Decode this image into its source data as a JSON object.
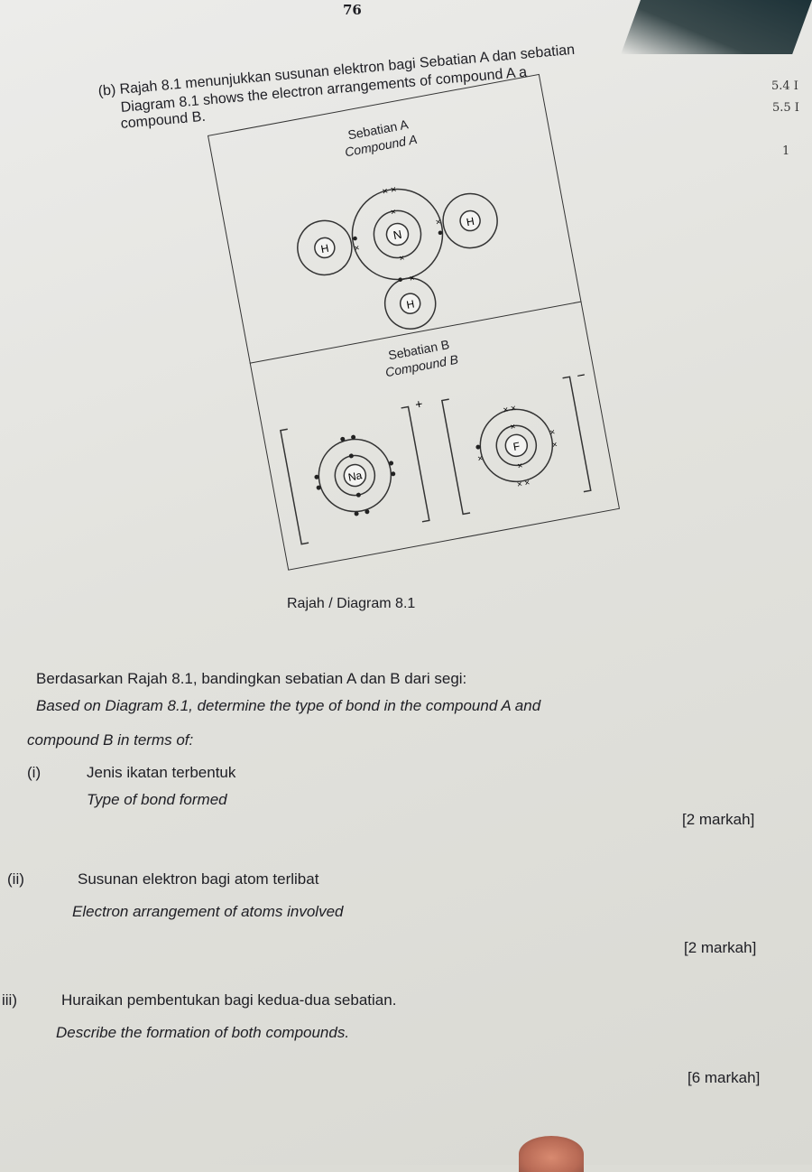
{
  "page_number": "76",
  "intro": {
    "line_ms": "(b) Rajah 8.1 menunjukkan susunan elektron bagi Sebatian A dan sebatian",
    "line_en1": "Diagram 8.1 shows the electron arrangements of compound A a",
    "line_en2": "compound B."
  },
  "side_notes": [
    "5.4 I",
    "5.5 I",
    "1"
  ],
  "diagram": {
    "compound_a_ms": "Sebatian A",
    "compound_a_en": "Compound A",
    "compound_b_ms": "Sebatian B",
    "compound_b_en": "Compound B",
    "atoms_a": [
      "H",
      "N",
      "H",
      "H"
    ],
    "ion_b_cation": "Na",
    "ion_b_anion": "F",
    "charge_cation": "+",
    "charge_anion": "−",
    "caption": "Rajah / Diagram 8.1"
  },
  "question": {
    "stem_ms": "Berdasarkan Rajah 8.1, bandingkan sebatian A dan B dari segi:",
    "stem_en1": "Based on Diagram 8.1, determine the type of bond in the compound A and",
    "stem_en2": "compound B in terms of:",
    "parts": [
      {
        "num": "(i)",
        "ms": "Jenis ikatan terbentuk",
        "en": "Type of bond formed",
        "marks": "[2 markah]"
      },
      {
        "num": "(ii)",
        "ms": "Susunan elektron bagi atom terlibat",
        "en": "Electron arrangement of atoms involved",
        "marks": "[2 markah]"
      },
      {
        "num": "iii)",
        "ms": "Huraikan pembentukan bagi kedua-dua sebatian.",
        "en": "Describe the formation of both compounds.",
        "marks": "[6 markah]"
      }
    ]
  }
}
